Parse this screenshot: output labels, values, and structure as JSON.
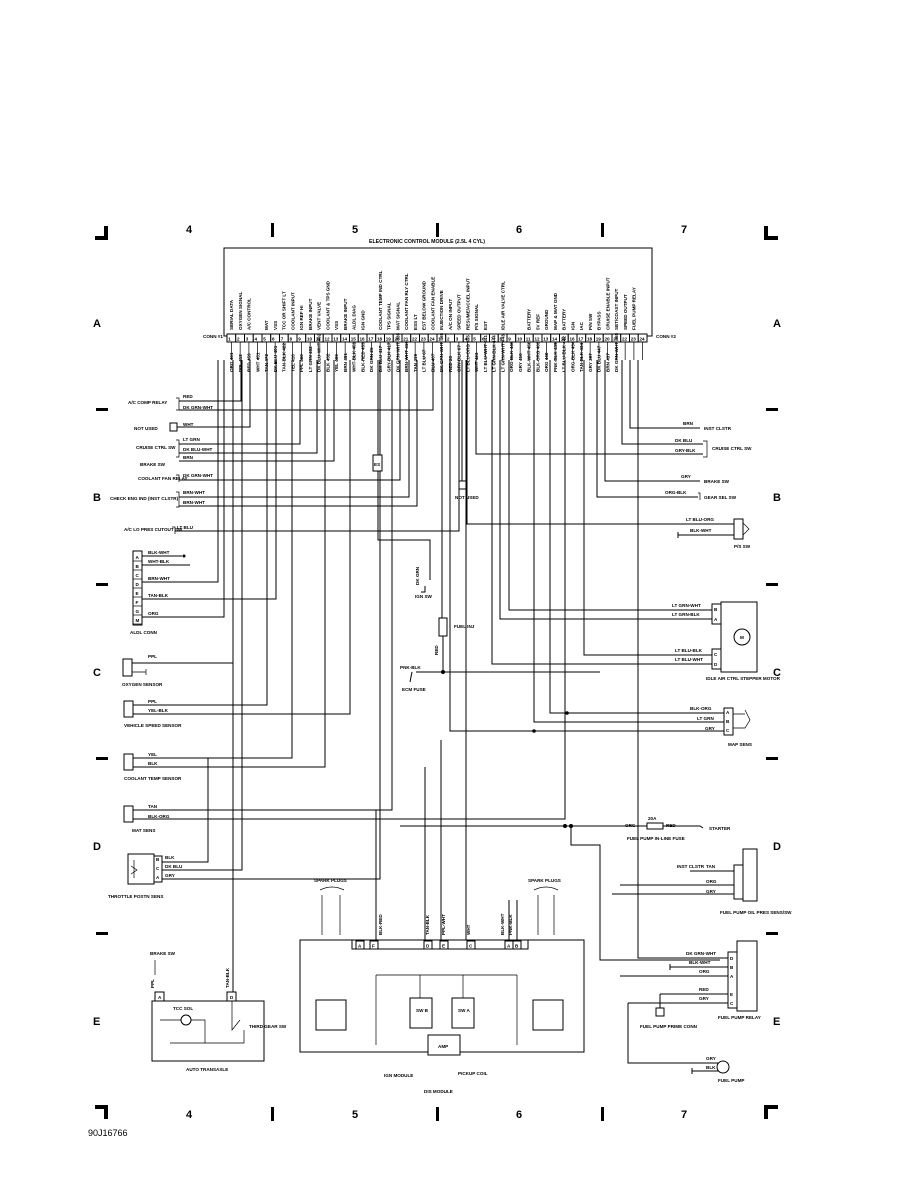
{
  "grid": {
    "columns": [
      "4",
      "5",
      "6",
      "7"
    ],
    "rows": [
      "A",
      "B",
      "C",
      "D",
      "E"
    ]
  },
  "ecm": {
    "title": "ELECTRONIC CONTROL MODULE (2.5L 4 CYL)",
    "conn1": "CONN #1",
    "conn2": "CONN #2",
    "functions": [
      "SERIAL DATA",
      "OXYGEN SIGNAL",
      "A/C CONTROL",
      "",
      "MAT",
      "VSS",
      "TCC OR SHIFT LT",
      "COOLANT INPUT",
      "IGN REF HI",
      "BRAKE INPUT",
      "VENT VALVE",
      "COOLANT & TPS GND",
      "VSS",
      "BRAKE INPUT",
      "ALDL DIAG",
      "IGN GND",
      "",
      "COOLANT TEMP IND CTRL",
      "TPS SIGNAL",
      "MAT SIGNAL",
      "COOLANT FAN RLY CTRL",
      "ESS LT",
      "EST BELOW GROUND",
      "COOLANT FAN ENABLE",
      "INJECTION DRIVE",
      "A/C ON INPUT",
      "SPEED OUTPUT",
      "RESUME/ACCEL INPUT",
      "P/S SIGNAL",
      "EST",
      "",
      "IDLE AIR VALVE CTRL",
      "",
      "",
      "BATTERY",
      "5V REF",
      "GROUND",
      "MAP & MAT GND",
      "BATTERY",
      "IGN",
      "IAC",
      "P/N SW",
      "BYPASS",
      "CRUISE ENABLE INPUT",
      "SET/COAST INPUT",
      "SPEED OUTPUT",
      "FUEL PUMP RELAY"
    ],
    "pins1": [
      "1",
      "2",
      "3",
      "4",
      "5",
      "6",
      "7",
      "8",
      "9",
      "10",
      "11",
      "12",
      "13",
      "14",
      "15",
      "16",
      "17",
      "18",
      "19",
      "20",
      "21",
      "22",
      "23",
      "24"
    ],
    "pins2": [
      "1",
      "2",
      "3",
      "4",
      "5",
      "6",
      "7",
      "8",
      "9",
      "10",
      "11",
      "12",
      "13",
      "14",
      "15",
      "16",
      "17",
      "18",
      "19",
      "20",
      "21",
      "22",
      "23",
      "24"
    ],
    "wires": [
      "ORG 461",
      "PPL 412",
      "RED 459",
      "WHT 451",
      "TAN 472",
      "DK BLU 401",
      "TAN-BLK 422",
      "YEL 410",
      "PPL 400",
      "LT GRN 402",
      "DK BLU-WHT 402",
      "BLK 452",
      "YEL 409",
      "BRN 451",
      "WHT-BLK 451",
      "BLK-RED 453",
      "DK GRN 25",
      "DK BLU 417",
      "GRY-BLK 417",
      "DK GRN-WHT 335",
      "BRN-WHT 419",
      "TAN 419",
      "LT BLU 67",
      "BLU 467",
      "DK GRN-WHT 465",
      "RED 20",
      "GRY-BLK 67",
      "LT BLU-ORG 495",
      "WHT 423",
      "LT BLU-WHT 441",
      "LT GRN-BLK 444",
      "LT GRN-WHT 443",
      "ORG-BLK 446",
      "GRY 416",
      "BLK-WHT 450",
      "BLK-ORG 469",
      "ORG 440",
      "PNK-BLK 439",
      "LT BLU-BLK 442",
      "ORG-BLK 434",
      "TAN-BLK 434",
      "GRY 397",
      "DK BLU 447",
      "BRN 437",
      "DK GRN-WHT 465"
    ]
  },
  "left": {
    "ac_comp_relay": {
      "label": "A/C COMP RELAY",
      "w1": "RED",
      "w2": "DK GRN-WHT"
    },
    "not_used": {
      "label": "NOT USED",
      "w1": "WHT"
    },
    "cruise_ctrl_sw": {
      "label": "CRUISE CTRL SW",
      "w1": "LT GRN",
      "w2": "DK BLU-WHT",
      "w3": "BRN"
    },
    "brake_sw": "BRAKE SW",
    "coolant_fan_relay": {
      "label": "COOLANT FAN RELAY",
      "w1": "DK GRN-WHT"
    },
    "check_eng_ind": {
      "label": "CHECK ENG IND (INST CLSTR)",
      "w1": "BRN-WHT",
      "w2": "BRN-WHT"
    },
    "ac_lo_pres": {
      "label": "A/C LO PRES CUTOUT SW",
      "w1": "LT BLU"
    },
    "aldl": {
      "label": "ALDL CONN",
      "pins": [
        "A",
        "B",
        "C",
        "D",
        "E",
        "F",
        "G",
        "M"
      ],
      "w1": "BLK-WHT",
      "w2": "WHT-BLK",
      "w3": "BRN-WHT",
      "w4": "TAN-BLK",
      "w5": "ORG"
    },
    "oxygen": {
      "label": "OXYGEN SENSOR",
      "w1": "PPL"
    },
    "vss": {
      "label": "VEHICLE SPEED SENSOR",
      "w1": "PPL",
      "w2": "YEL-BLK"
    },
    "coolant_temp": {
      "label": "COOLANT TEMP SENSOR",
      "w1": "YEL",
      "w2": "BLK"
    },
    "mat": {
      "label": "MAT SENS",
      "w1": "TAN",
      "w2": "BLK-ORG"
    },
    "throttle": {
      "label": "THROTTLE POSTN SENS",
      "pins": [
        "B",
        "C",
        "A"
      ],
      "w1": "BLK",
      "w2": "DK BLU",
      "w3": "GRY"
    }
  },
  "center": {
    "es": "ES",
    "ign_sw": {
      "label": "IGN SW",
      "w1": "DK GRN"
    },
    "fuel_inj": {
      "label": "FUEL INJ",
      "w1": "RED"
    },
    "ecm_fuse": {
      "label": "ECM FUSE",
      "w1": "PNK-BLK"
    },
    "not_used": "NOT USED",
    "spark_plugs_l": "SPARK PLUGS",
    "spark_plugs_r": "SPARK PLUGS",
    "dis_wires": [
      "BLK-RED",
      "TAN-BLK",
      "PPL-WHT",
      "WHT",
      "BLK-WHT",
      "PNK-BLK"
    ],
    "dis_pins": [
      "A",
      "F",
      "D",
      "E",
      "C",
      "A",
      "B"
    ],
    "sw_b": "SW B",
    "sw_a": "SW A",
    "amp": "AMP",
    "ign_module": "IGN MODULE",
    "pickup_coil": "PICKUP COIL",
    "dis_module": "DIS MODULE"
  },
  "right": {
    "inst_clstr": {
      "label": "INST CLSTR",
      "w1": "BRN"
    },
    "cruise_ctrl_sw": {
      "label": "CRUISE CTRL SW",
      "w1": "DK BLU",
      "w2": "GRY-BLK"
    },
    "brake_sw": {
      "label": "BRAKE SW",
      "w1": "GRY"
    },
    "gear_sel_sw": {
      "label": "GEAR SEL SW",
      "w1": "ORG-BLK"
    },
    "ps_sw": {
      "label": "P/S SW",
      "w1": "LT BLU-ORG",
      "w2": "BLK-WHT"
    },
    "iac": {
      "label": "IDLE AIR CTRL STEPPER MOTOR",
      "pins": [
        "B",
        "A",
        "C",
        "D"
      ],
      "w1": "LT GRN-WHT",
      "w2": "LT GRN-BLK",
      "w3": "LT BLU-BLK",
      "w4": "LT BLU-WHT",
      "motor": "M"
    },
    "map": {
      "label": "MAP SENS",
      "pins": [
        "A",
        "B",
        "C"
      ],
      "w1": "BLK-ORG",
      "w2": "LT GRN",
      "w3": "GRY"
    },
    "fuse": {
      "label": "FUEL PUMP IN-LINE FUSE",
      "rating": "20A",
      "w1": "ORG",
      "w2": "RED",
      "starter": "STARTER"
    },
    "oil_pres": {
      "label": "FUEL PUMP OIL PRES SENS/SW",
      "inst": "INST CLSTR",
      "w1": "TAN",
      "w2": "ORG",
      "w3": "GRY"
    },
    "relay": {
      "label": "FUEL PUMP RELAY",
      "pins": [
        "D",
        "B",
        "A",
        "E",
        "C"
      ],
      "w1": "DK GRN-WHT",
      "w2": "BLK-WHT",
      "w3": "ORG",
      "w4": "RED",
      "w5": "GRY"
    },
    "prime": "FUEL PUMP PRIME CONN",
    "pump": {
      "label": "FUEL PUMP",
      "w1": "GRY",
      "w2": "BLK"
    }
  },
  "trans": {
    "brake_sw": "BRAKE SW",
    "w1": "PPL",
    "w2": "TAN-BLK",
    "pin_a": "A",
    "pin_d": "D",
    "tcc": "TCC SOL",
    "third": "THIRD GEAR SW",
    "label": "AUTO TRANSAXLE"
  },
  "figure_id": "90J16766"
}
